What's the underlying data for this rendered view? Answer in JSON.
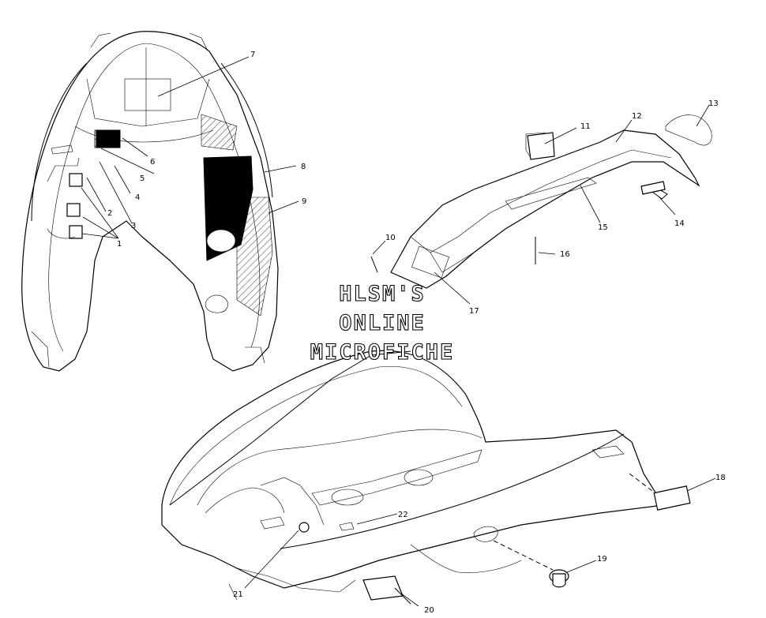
{
  "watermark": {
    "line1": "HLSM'S",
    "line2": "ONLINE",
    "line3": "MICROFICHE"
  },
  "callouts": {
    "c1": "1",
    "c2": "2",
    "c3": "3",
    "c4": "4",
    "c5": "5",
    "c6": "6",
    "c7": "7",
    "c8": "8",
    "c9": "9",
    "c10": "10",
    "c11": "11",
    "c12": "12",
    "c13": "13",
    "c14": "14",
    "c15": "15",
    "c16": "16",
    "c17": "17",
    "c18": "18",
    "c19": "19",
    "c20": "20",
    "c21": "21",
    "c22": "22"
  }
}
